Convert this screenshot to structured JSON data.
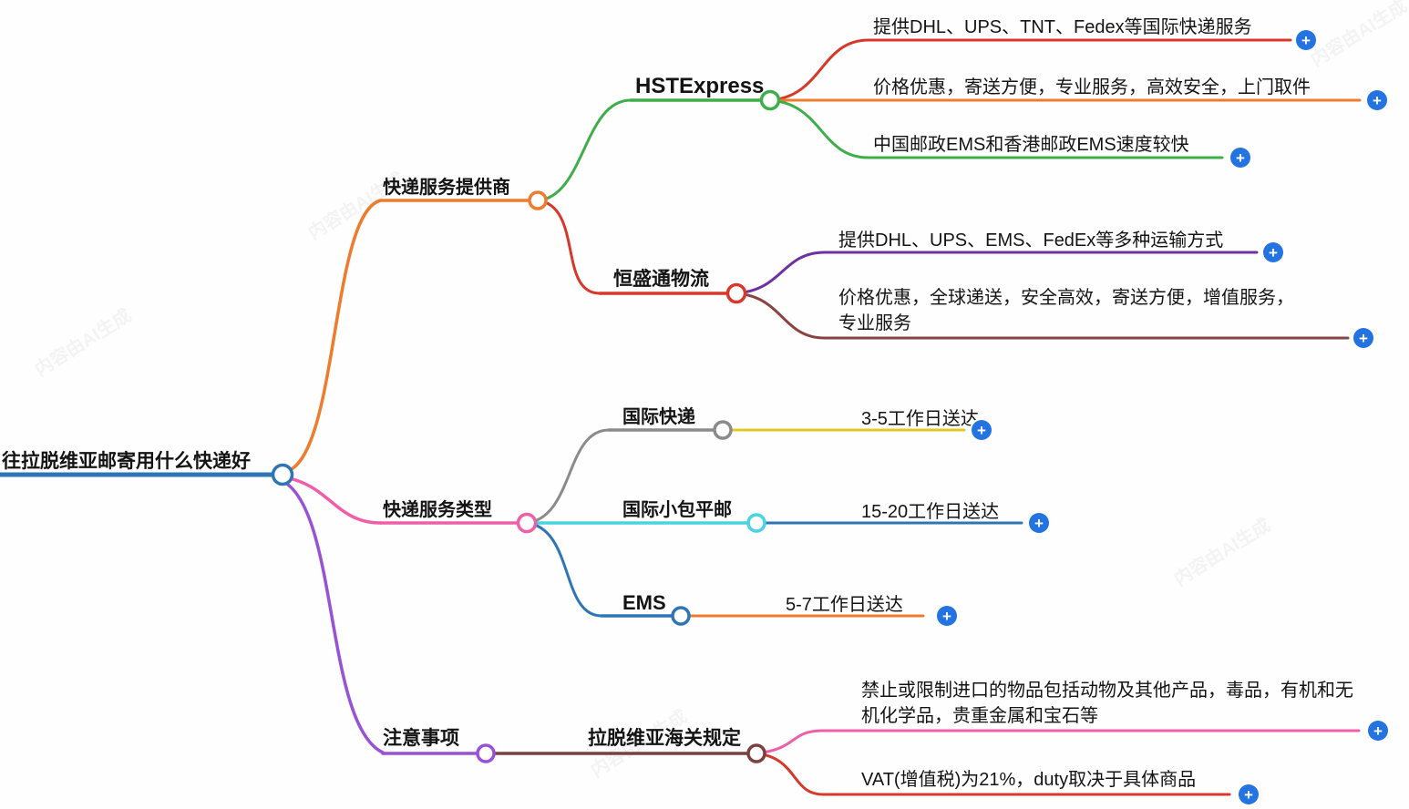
{
  "watermark": "内容由AI生成",
  "icons": {
    "plus": "+"
  },
  "colors": {
    "root_blue": "#2e75b6",
    "orange": "#ee7c2f",
    "green": "#3fae4a",
    "red": "#d6392b",
    "purple": "#7030a0",
    "dark_red": "#8a4343",
    "pink": "#ef5fa8",
    "gray": "#8b8b8b",
    "yellow": "#dfc927",
    "cyan": "#49d3e3",
    "blue": "#2e75b6",
    "violet": "#9752d6",
    "brown": "#7b4141",
    "plus_button": "#2373e1"
  },
  "root": {
    "label": "往拉脱维亚邮寄用什么快递好"
  },
  "branches": [
    {
      "label": "快递服务提供商",
      "children": [
        {
          "label": "HSTExpress",
          "leaves": [
            {
              "label": "提供DHL、UPS、TNT、Fedex等国际快递服务"
            },
            {
              "label": "价格优惠，寄送方便，专业服务，高效安全，上门取件"
            },
            {
              "label": "中国邮政EMS和香港邮政EMS速度较快"
            }
          ]
        },
        {
          "label": "恒盛通物流",
          "leaves": [
            {
              "label": "提供DHL、UPS、EMS、FedEx等多种运输方式"
            },
            {
              "label": "价格优惠，全球递送，安全高效，寄送方便，增值服务，专业服务"
            }
          ]
        }
      ]
    },
    {
      "label": "快递服务类型",
      "children": [
        {
          "label": "国际快递",
          "leaves": [
            {
              "label": "3-5工作日送达"
            }
          ]
        },
        {
          "label": "国际小包平邮",
          "leaves": [
            {
              "label": "15-20工作日送达"
            }
          ]
        },
        {
          "label": "EMS",
          "leaves": [
            {
              "label": "5-7工作日送达"
            }
          ]
        }
      ]
    },
    {
      "label": "注意事项",
      "children": [
        {
          "label": "拉脱维亚海关规定",
          "leaves": [
            {
              "label": "禁止或限制进口的物品包括动物及其他产品，毒品，有机和无机化学品，贵重金属和宝石等"
            },
            {
              "label": "VAT(增值税)为21%，duty取决于具体商品"
            }
          ]
        }
      ]
    }
  ]
}
